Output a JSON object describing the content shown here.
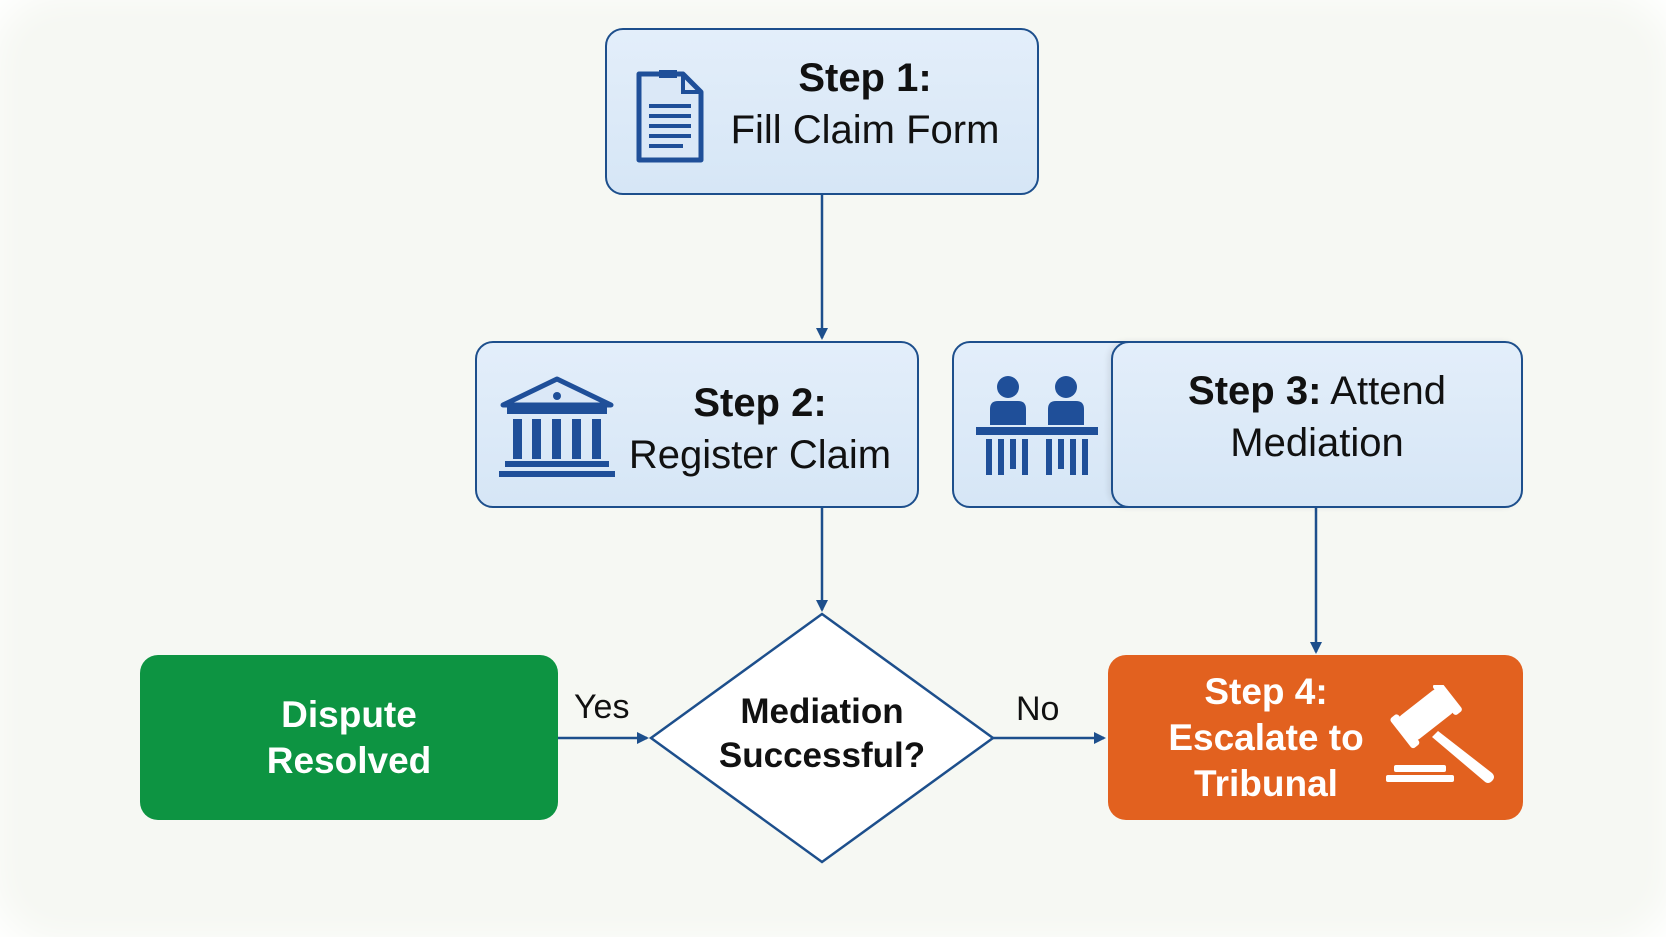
{
  "steps": {
    "step1": {
      "label": "Step 1:",
      "text": "Fill Claim Form",
      "icon": "document-icon"
    },
    "step2": {
      "label": "Step 2:",
      "text": "Register Claim",
      "icon": "courthouse-icon"
    },
    "step3": {
      "label": "Step 3:",
      "text_inline": "Attend",
      "text": "Mediation",
      "icon": "mediation-people-icon"
    },
    "step4": {
      "label": "Step 4:",
      "text_line1": "Escalate to",
      "text_line2": "Tribunal",
      "icon": "gavel-icon"
    }
  },
  "decision": {
    "line1": "Mediation",
    "line2": "Successful?"
  },
  "outcomes": {
    "resolved": {
      "line1": "Dispute",
      "line2": "Resolved"
    }
  },
  "edges": {
    "yes": "Yes",
    "no": "No"
  },
  "colors": {
    "box_border": "#1d4f8c",
    "box_fill": "#dce9f7",
    "arrow": "#1d4f8c",
    "resolved_fill": "#0d9442",
    "tribunal_fill": "#e2611f",
    "icon": "#1f4f99"
  }
}
